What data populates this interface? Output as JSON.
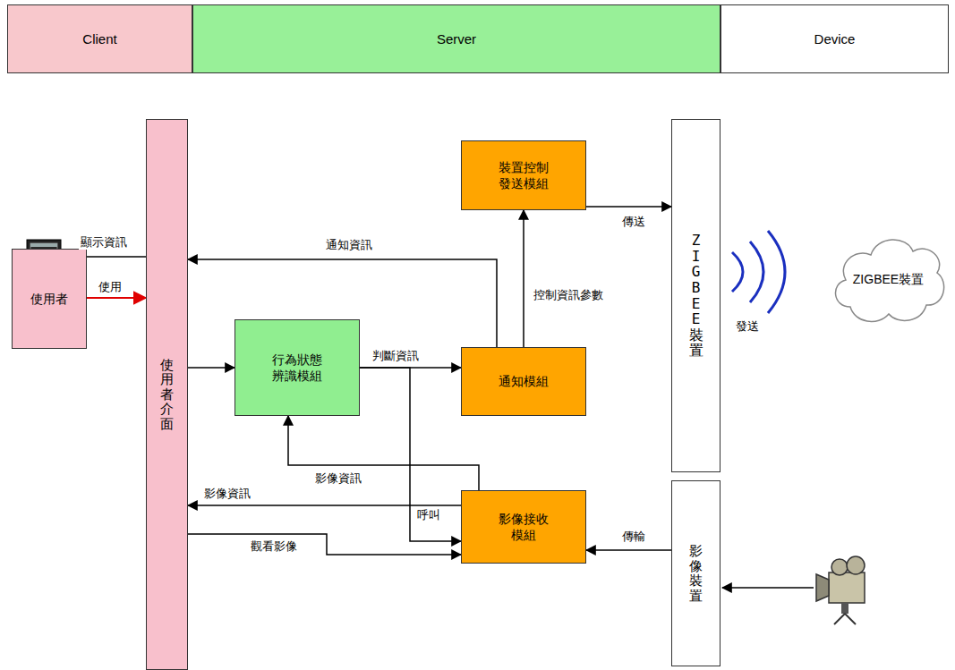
{
  "diagram": {
    "nodes": [
      {
        "text": [
          "Client"
        ]
      },
      {
        "text": [
          "Server"
        ]
      },
      {
        "text": [
          "Device"
        ]
      },
      {
        "text": [
          "使用者介面"
        ]
      },
      {
        "text": [
          "ZIGBEE裝置"
        ]
      },
      {
        "text": [
          "裝置控制 發送模組"
        ]
      },
      {
        "text": [
          "ZIGBEE裝置"
        ]
      },
      {
        "text": [
          "使用者"
        ]
      },
      {
        "text": [
          "行為狀態 辨識模組"
        ]
      },
      {
        "text": [
          "通知模組"
        ]
      },
      {
        "text": [
          "影像接收 模組"
        ]
      },
      {
        "text": [
          "影像裝置"
        ]
      }
    ],
    "edges": [
      {
        "from": 7,
        "to": 3,
        "label": "使用",
        "arrow": "to"
      },
      {
        "from": 3,
        "to": 8,
        "arrow": "to"
      },
      {
        "from": 8,
        "to": 9,
        "label": "判斷資訊",
        "arrow": "to"
      },
      {
        "from": 8,
        "to": 10,
        "label": "呼叫",
        "arrow": "to"
      },
      {
        "from": 9,
        "to": 5,
        "label": "控制資訊參數",
        "arrow": "to"
      },
      {
        "from": 9,
        "to": 3,
        "label": "通知資訊",
        "arrow": "to"
      },
      {
        "from": 5,
        "to": 4,
        "label": "傳送",
        "arrow": "to"
      },
      {
        "from": 10,
        "to": 8,
        "label": "影像資訊",
        "arrow": "to"
      },
      {
        "from": 10,
        "to": 3,
        "label": "影像資訊",
        "arrow": "to"
      },
      {
        "from": 3,
        "to": 10,
        "label": "觀看影像",
        "arrow": "to"
      },
      {
        "from": 11,
        "to": 10,
        "label": "傳輸",
        "arrow": "to"
      }
    ],
    "labels": [
      "顯示資訊",
      "發送"
    ]
  }
}
